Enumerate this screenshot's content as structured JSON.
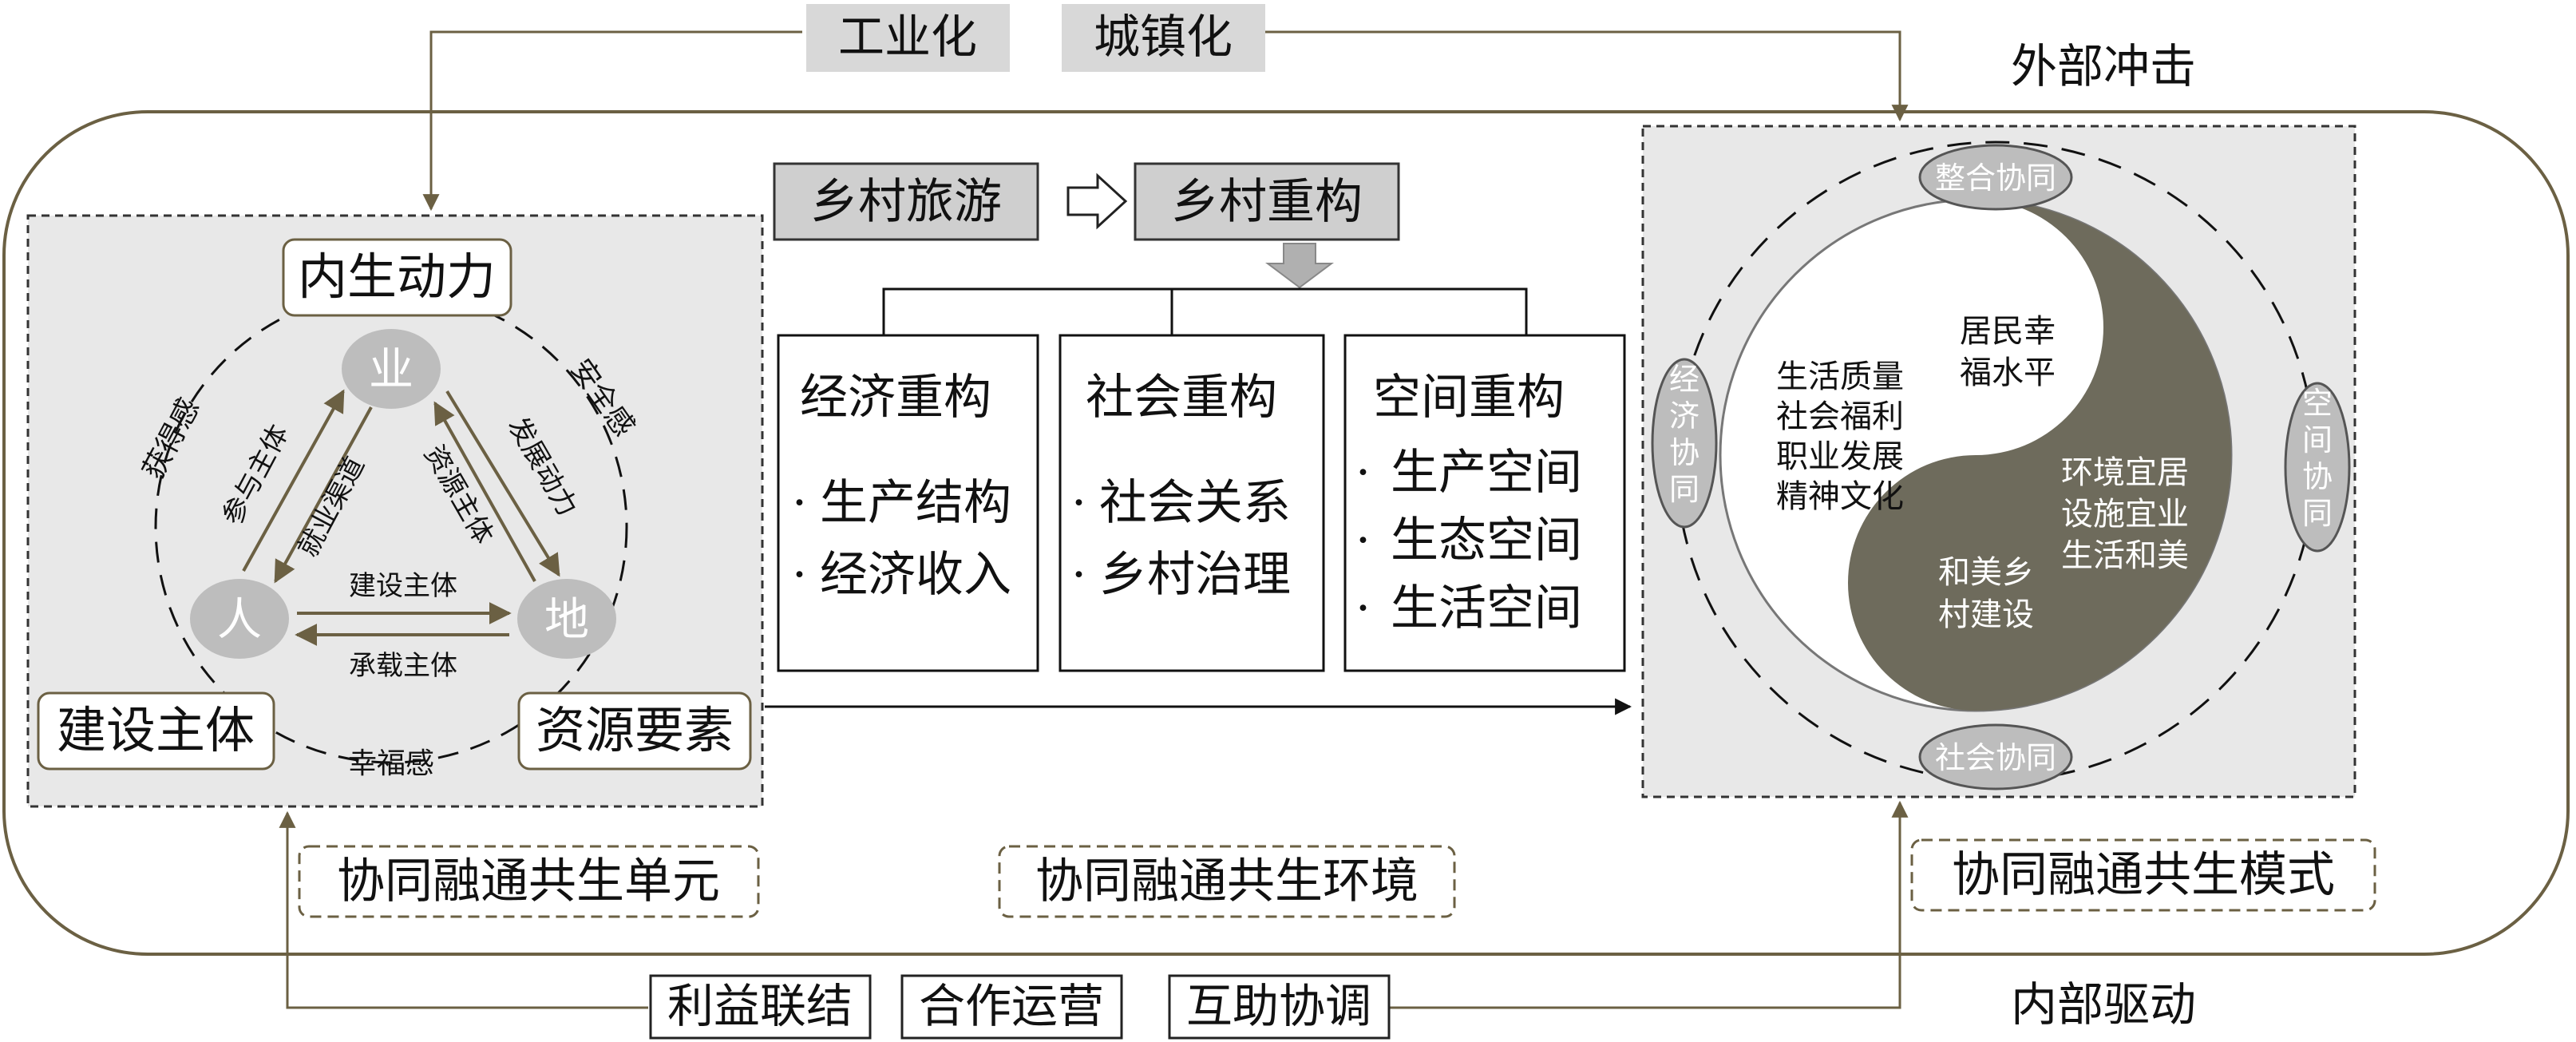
{
  "external": {
    "label": "外部冲击",
    "drivers": [
      "工业化",
      "城镇化"
    ]
  },
  "internal": {
    "label": "内部驱动",
    "drivers": [
      "利益联结",
      "合作运营",
      "互助协调"
    ]
  },
  "unit": {
    "caption": "协同融通共生单元",
    "top_box": "内生动力",
    "bottom_left_box": "建设主体",
    "bottom_right_box": "资源要素",
    "nodes": {
      "top": "业",
      "left": "人",
      "right": "地"
    },
    "outer_labels": {
      "top_left": "获得感",
      "top_right": "安全感",
      "bottom": "幸福感"
    },
    "left_edge": {
      "outer": "参与主体",
      "inner": "就业渠道"
    },
    "right_edge": {
      "outer": "发展动力",
      "inner": "资源主体"
    },
    "bottom_edge": {
      "upper": "建设主体",
      "lower": "承载主体"
    }
  },
  "environment": {
    "caption": "协同融通共生环境",
    "tourism": "乡村旅游",
    "restructure": "乡村重构",
    "columns": [
      {
        "title": "经济重构",
        "items": [
          "生产结构",
          "经济收入"
        ]
      },
      {
        "title": "社会重构",
        "items": [
          "社会关系",
          "乡村治理"
        ]
      },
      {
        "title": "空间重构",
        "items": [
          "生产空间",
          "生态空间",
          "生活空间"
        ]
      }
    ]
  },
  "mode": {
    "caption": "协同融通共生模式",
    "badges": {
      "top": "整合协同",
      "bottom": "社会协同",
      "left": "经济协同",
      "right": "空间协同"
    },
    "white_top": "居民幸福水平",
    "white_left_lines": [
      "生活质量",
      "社会福利",
      "职业发展",
      "精神文化"
    ],
    "dark_right_lines": [
      "环境宜居",
      "设施宜业",
      "生活和美"
    ],
    "dark_bottom": "和美乡村建设"
  },
  "colors": {
    "frame": "#6b6043",
    "arrow": "#6b6043",
    "panel": "#e8e8e8",
    "dark": "#6e6b5c",
    "node": "#bdbdbd",
    "box_gray": "#cfcfcf"
  }
}
